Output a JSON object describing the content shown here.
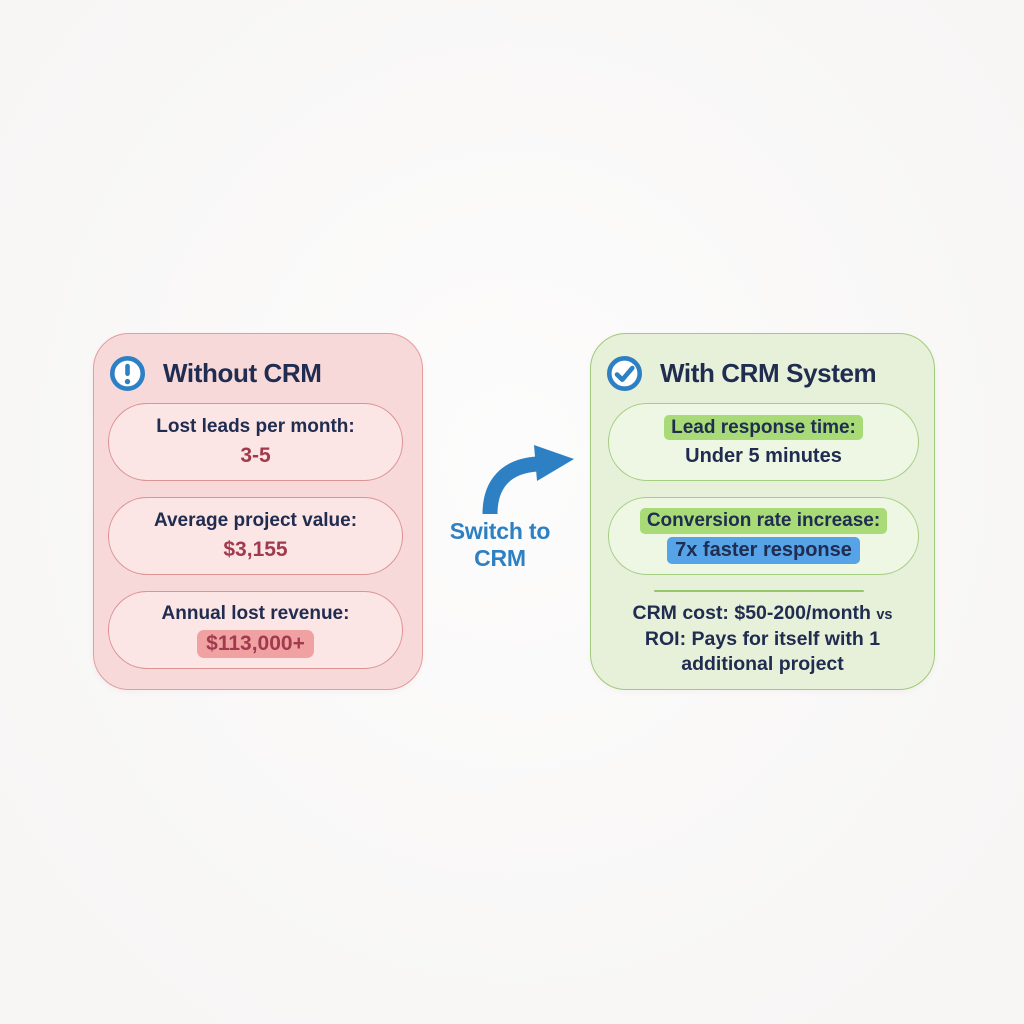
{
  "colors": {
    "accent-blue": "#2e80c4",
    "navy": "#202c50",
    "red-value": "#a23a4e",
    "card-pink": "#f8d9d9",
    "card-pink-border": "#e49c9c",
    "pill-pink": "#fbe5e5",
    "pill-pink-border": "#dc9393",
    "highlight-red": "#f0a2a2",
    "card-green": "#e7f1da",
    "card-green-border": "#a0ca7c",
    "pill-green": "#eef6e4",
    "pill-green-border": "#a6ce81",
    "highlight-green": "#a8db78",
    "highlight-blue": "#57a3e8",
    "divider-green": "#94c770",
    "page-bg": "#f7f6f5"
  },
  "without_crm": {
    "title": "Without CRM",
    "icon": "alert-circle-icon",
    "stats": [
      {
        "label": "Lost leads per month:",
        "value": "3-5"
      },
      {
        "label": "Average project value:",
        "value": "$3,155"
      },
      {
        "label": "Annual lost revenue:",
        "value": "$113,000+"
      }
    ]
  },
  "connector": {
    "icon": "curved-arrow-right-icon",
    "label_line1": "Switch to",
    "label_line2": "CRM"
  },
  "with_crm": {
    "title": "With CRM System",
    "icon": "check-circle-icon",
    "stats": [
      {
        "label": "Lead response time:",
        "value": "Under 5 minutes"
      },
      {
        "label": "Conversion rate increase:",
        "value": "7x faster response"
      }
    ],
    "footer": {
      "cost_line": "CRM cost: $50-200/month",
      "cost_suffix": "vs",
      "roi_line": "ROI: Pays for itself with 1 additional project"
    }
  }
}
